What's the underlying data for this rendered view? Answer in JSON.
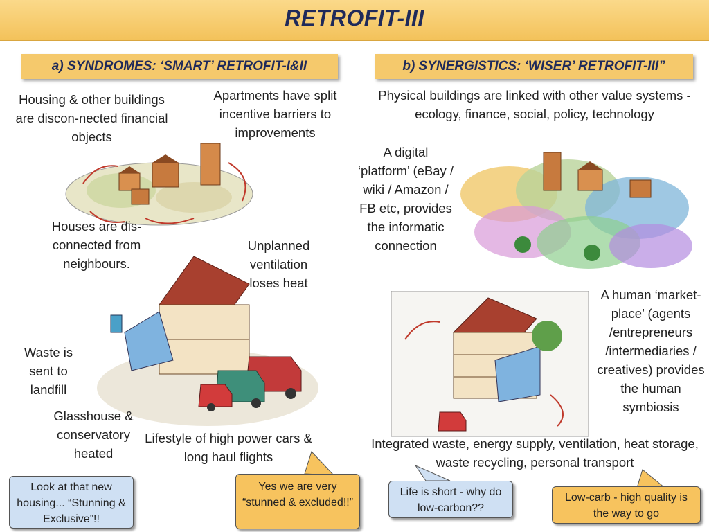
{
  "title": "RETROFIT-III",
  "sections": {
    "a": "a) SYNDROMES: ‘SMART’ RETROFIT-I&II",
    "b": "b) SYNERGISTICS: ‘WISER’ RETROFIT-III”"
  },
  "left": {
    "housing": "Housing & other buildings are discon-nected financial objects",
    "apartments": "Apartments have split incentive barriers to improvements",
    "houses": "Houses are dis-connected from neighbours.",
    "ventilation": "Unplanned ventilation loses heat",
    "waste": "Waste is sent to landfill",
    "glasshouse": "Glasshouse & conservatory heated",
    "lifestyle": "Lifestyle of high power cars & long haul flights"
  },
  "right": {
    "physical": "Physical buildings are linked with other value systems - ecology, finance, social, policy, technology",
    "digital": "A digital ‘platform’ (eBay / wiki / Amazon / FB etc, provides the informatic connection",
    "human": "A human ‘market-place’ (agents /entrepreneurs /intermediaries / creatives) provides the human symbiosis",
    "integrated": "Integrated waste, energy supply, ventilation, heat storage, waste recycling, personal transport"
  },
  "bubbles": {
    "look": "Look at that new housing... “Stunning & Exclusive”!!",
    "yes": "Yes we are very “stunned & excluded!!”",
    "life": "Life is short - why do low-carbon??",
    "lowcarb": "Low-carb - high quality is the way to go"
  },
  "colors": {
    "title_bar": "#f3c25a",
    "title_text": "#1f2a5a",
    "blue_bubble": "#cfe0f3",
    "gold_bubble": "#f7c35e"
  }
}
